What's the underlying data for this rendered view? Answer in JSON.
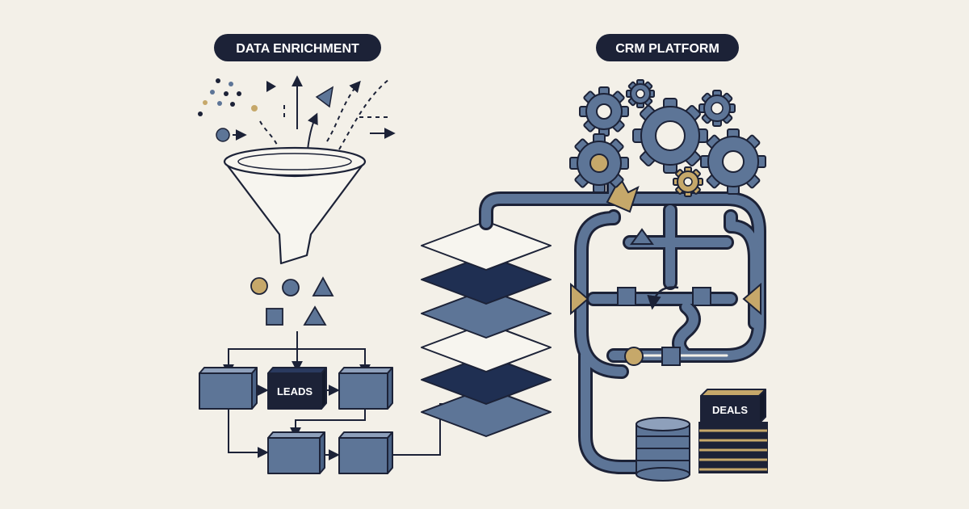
{
  "colors": {
    "background": "#f3f0e8",
    "navy": "#1f2f52",
    "slate": "#5d7597",
    "outline": "#1c2237",
    "gold": "#c6a86a",
    "paper": "#f7f5ef"
  },
  "headings": {
    "left": "DATA ENRICHMENT",
    "right": "CRM PLATFORM"
  },
  "labels": {
    "leads": "LEADS",
    "deals": "DEALS"
  },
  "icons": [
    "funnel-icon",
    "gear-icon",
    "layer-stack-icon",
    "box-icon",
    "coin-stack-icon",
    "pipe-network-icon"
  ]
}
